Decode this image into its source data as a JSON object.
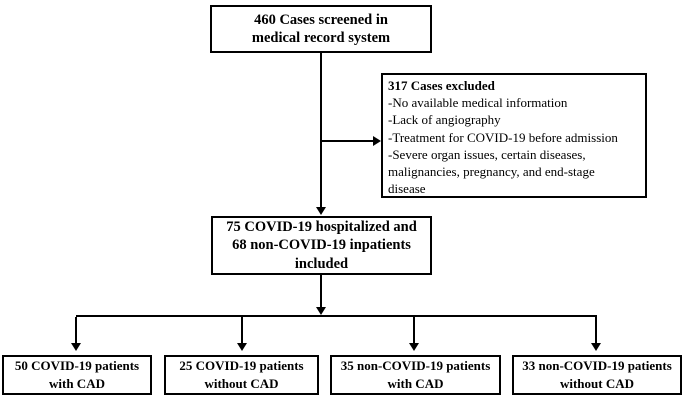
{
  "colors": {
    "background": "#ffffff",
    "line": "#000000",
    "box_border": "#000000",
    "text": "#000000"
  },
  "flow": {
    "screened": {
      "lines": [
        "460 Cases screened in",
        "medical record system"
      ]
    },
    "excluded": {
      "title": "317 Cases excluded",
      "lines": [
        "-No available medical information",
        "-Lack of angiography",
        "-Treatment for COVID-19 before admission",
        "-Severe organ issues, certain diseases,",
        "malignancies, pregnancy, and end-stage",
        "disease"
      ]
    },
    "included": {
      "lines": [
        "75 COVID-19 hospitalized and",
        "68 non-COVID-19 inpatients",
        "included"
      ]
    },
    "outcomes": [
      {
        "lines": [
          "50 COVID-19 patients",
          "with CAD"
        ]
      },
      {
        "lines": [
          "25 COVID-19 patients",
          "without CAD"
        ]
      },
      {
        "lines": [
          "35 non-COVID-19 patients",
          "with CAD"
        ]
      },
      {
        "lines": [
          "33 non-COVID-19 patients",
          "without CAD"
        ]
      }
    ]
  }
}
